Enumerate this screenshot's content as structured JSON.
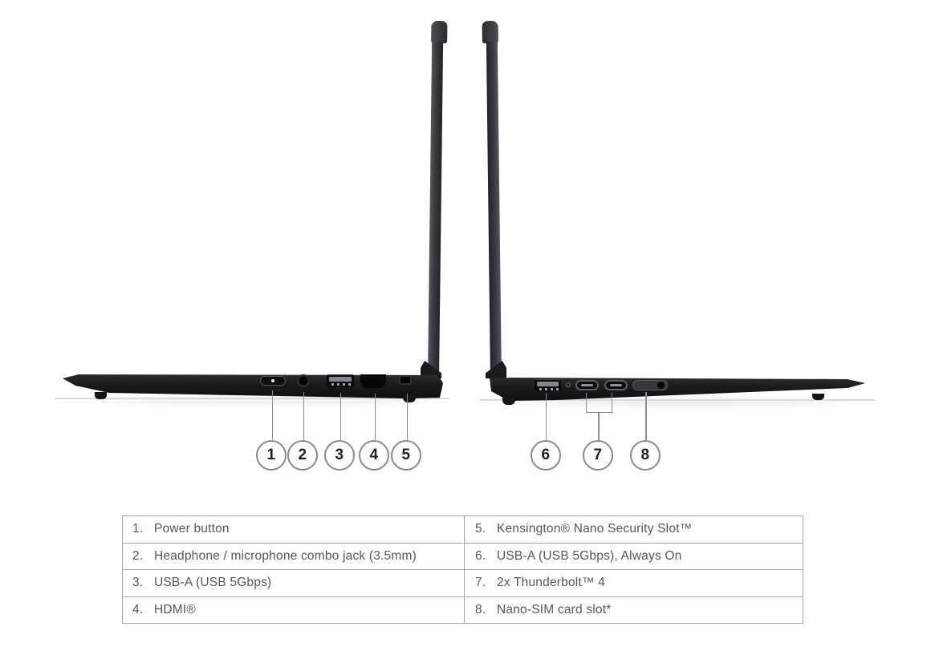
{
  "left_view": {
    "callouts": [
      "1",
      "2",
      "3",
      "4",
      "5"
    ]
  },
  "right_view": {
    "callouts": [
      "6",
      "7",
      "8"
    ]
  },
  "legend": {
    "left_column": [
      {
        "num": "1.",
        "label": "Power button"
      },
      {
        "num": "2.",
        "label": "Headphone / microphone combo jack (3.5mm)"
      },
      {
        "num": "3.",
        "label": "USB-A (USB 5Gbps)"
      },
      {
        "num": "4.",
        "label": "HDMI®"
      }
    ],
    "right_column": [
      {
        "num": "5.",
        "label": "Kensington® Nano Security Slot™"
      },
      {
        "num": "6.",
        "label": "USB-A (USB 5Gbps), Always On"
      },
      {
        "num": "7.",
        "label": "2x Thunderbolt™ 4"
      },
      {
        "num": "8.",
        "label": "Nano-SIM card slot*"
      }
    ]
  },
  "colors": {
    "laptop_body": "#1b1b1d",
    "laptop_lid": "#3c3c40",
    "callout_border": "#8b8b8d",
    "callout_line": "#8f8f91",
    "table_border": "#a6a6a8",
    "table_text": "#54565a",
    "ground_line": "#dadada"
  }
}
